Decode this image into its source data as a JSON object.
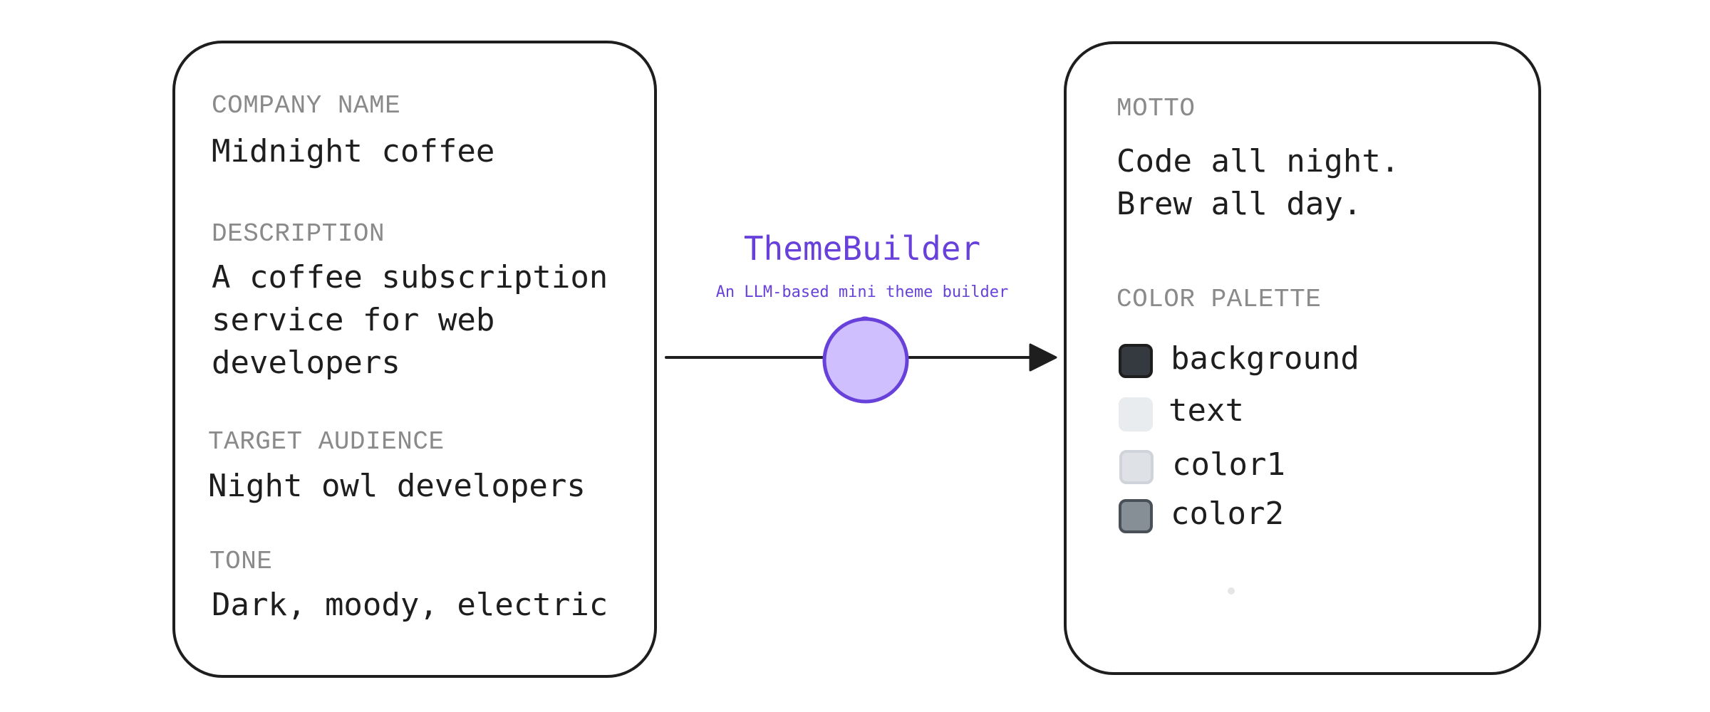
{
  "left_card": {
    "company_label": "COMPANY NAME",
    "company_value": "Midnight coffee",
    "description_label": "DESCRIPTION",
    "description_value": "A coffee subscription\nservice for web\ndevelopers",
    "audience_label": "TARGET AUDIENCE",
    "audience_value": "Night owl developers",
    "tone_label": "TONE",
    "tone_value": "Dark, moody, electric"
  },
  "center": {
    "title": "ThemeBuilder",
    "subtitle": "An LLM-based mini theme builder",
    "node_fill": "#d0bfff",
    "node_stroke": "#6741d9"
  },
  "right_card": {
    "motto_label": "MOTTO",
    "motto_value": "Code all night.\nBrew all day.",
    "palette_label": "COLOR PALETTE",
    "palette": [
      {
        "name": "background",
        "color": "#343a40",
        "border": "#1e1e1e"
      },
      {
        "name": "text",
        "color": "#e9ecef",
        "border": "#e9ecef"
      },
      {
        "name": "color1",
        "color": "#dee2e6",
        "border": "#ced4da"
      },
      {
        "name": "color2",
        "color": "#868e96",
        "border": "#495057"
      }
    ]
  }
}
